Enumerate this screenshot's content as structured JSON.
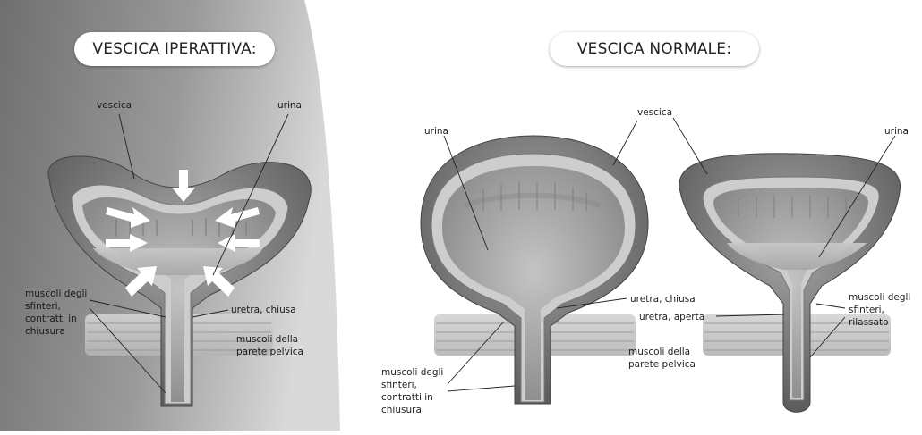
{
  "panels": {
    "overactive": {
      "title": "VESCICA IPERATTIVA:",
      "labels": {
        "bladder": "vescica",
        "urine": "urina",
        "sphincter": "muscoli degli\nsfinteri,\ncontratti in\nchiusura",
        "urethra": "uretra, chiusa",
        "pelvic": "muscoli della\nparete pelvica"
      }
    },
    "normal": {
      "title": "VESCICA NORMALE:",
      "labels": {
        "urine_left": "urina",
        "bladder": "vescica",
        "urine_right": "urina",
        "urethra_closed": "uretra, chiusa",
        "urethra_open": "uretra, aperta",
        "sphincter_relaxed": "muscoli degli\nsfinteri,\nrilassato",
        "pelvic": "muscoli della\nparete pelvica",
        "sphincter_contracted": "muscoli degli\nsfinteri,\ncontratti in\nchiusura"
      }
    }
  },
  "colors": {
    "left_bg_dark": "#7a7a7a",
    "left_bg_light": "#d6d6d6",
    "wall_outer": "#8c8c8c",
    "wall_dark": "#5e5e5e",
    "lining": "#cfcfcf",
    "cavity": "#a7a7a7",
    "urine": "#bdbdbd",
    "arrow": "#ffffff"
  }
}
